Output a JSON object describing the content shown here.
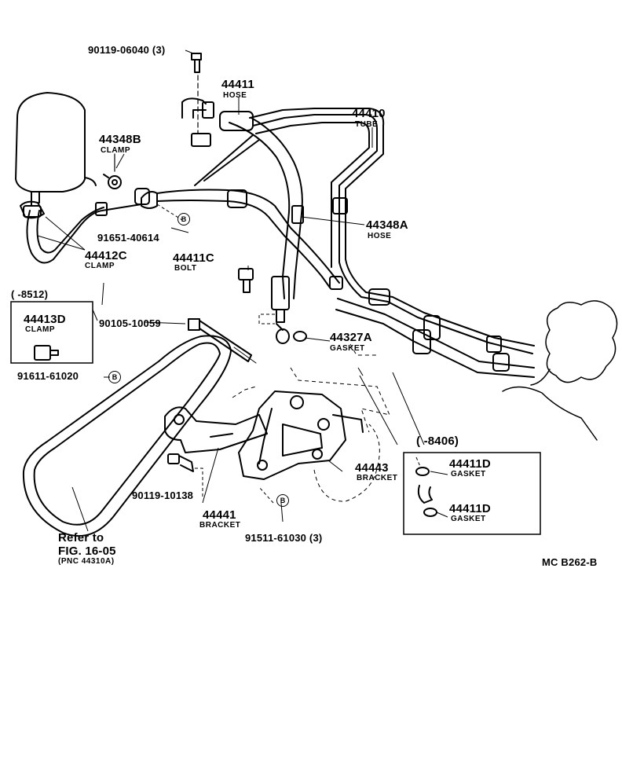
{
  "parts": {
    "p90119_06040": "90119-06040 (3)",
    "p44411": "44411",
    "p44411_name": "HOSE",
    "p44410": "44410",
    "p44410_name": "TUBE",
    "p44348b": "44348B",
    "p44348b_name": "CLAMP",
    "p91651": "91651-40614",
    "p44348a": "44348A",
    "p44348a_name": "HOSE",
    "p44412c": "44412C",
    "p44412c_name": "CLAMP",
    "p44411c": "44411C",
    "p44411c_name": "BOLT",
    "p8512": "(    -8512)",
    "p44413d": "44413D",
    "p44413d_name": "CLAMP",
    "p90105": "90105-10059",
    "p44327a": "44327A",
    "p44327a_name": "GASKET",
    "p91611": "91611-61020",
    "p8406": "(    -8406)",
    "p44411d_1": "44411D",
    "p44411d_1_name": "GASKET",
    "p44443": "44443",
    "p44443_name": "BRACKET",
    "p44411d_2": "44411D",
    "p44411d_2_name": "GASKET",
    "p90119_10138": "90119-10138",
    "p44441": "44441",
    "p44441_name": "BRACKET",
    "p91511": "91511-61030 (3)",
    "refer1": "Refer to",
    "refer2": "FIG. 16-05",
    "refer3": "(PNC 44310A)",
    "code": "MC  B262-B",
    "b_marker": "B"
  }
}
